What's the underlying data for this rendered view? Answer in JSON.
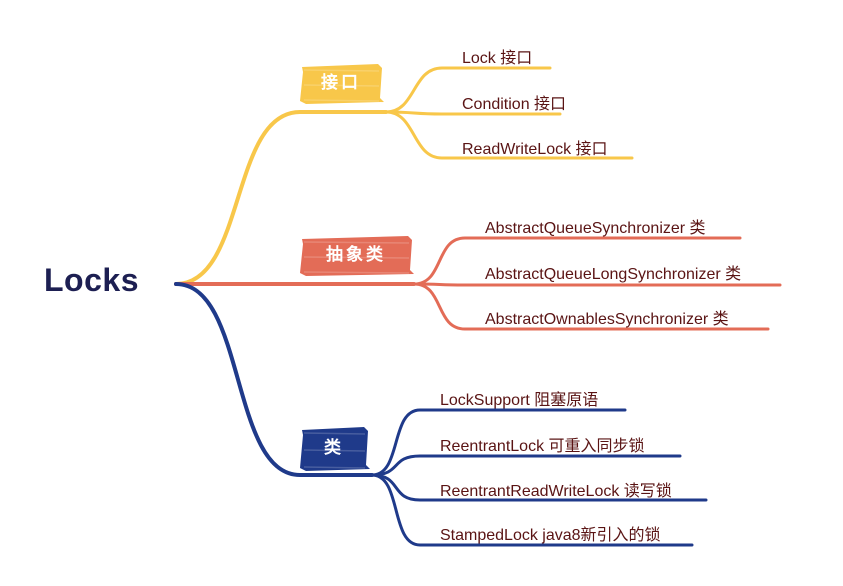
{
  "root": {
    "label": "Locks"
  },
  "colors": {
    "interface": "#f8c74a",
    "abstract": "#e36c57",
    "class": "#1f3a8a",
    "root_text": "#1d1f52",
    "leaf_text": "#5a1414"
  },
  "branches": [
    {
      "label": "接口",
      "color_key": "interface",
      "leaves": [
        "Lock 接口",
        "Condition 接口",
        "ReadWriteLock 接口"
      ]
    },
    {
      "label": "抽象类",
      "color_key": "abstract",
      "leaves": [
        "AbstractQueueSynchronizer 类",
        "AbstractQueueLongSynchronizer 类",
        "AbstractOwnablesSynchronizer 类"
      ]
    },
    {
      "label": "类",
      "color_key": "class",
      "leaves": [
        "LockSupport 阻塞原语",
        "ReentrantLock 可重入同步锁",
        "ReentrantReadWriteLock 读写锁",
        "StampedLock java8新引入的锁"
      ]
    }
  ]
}
